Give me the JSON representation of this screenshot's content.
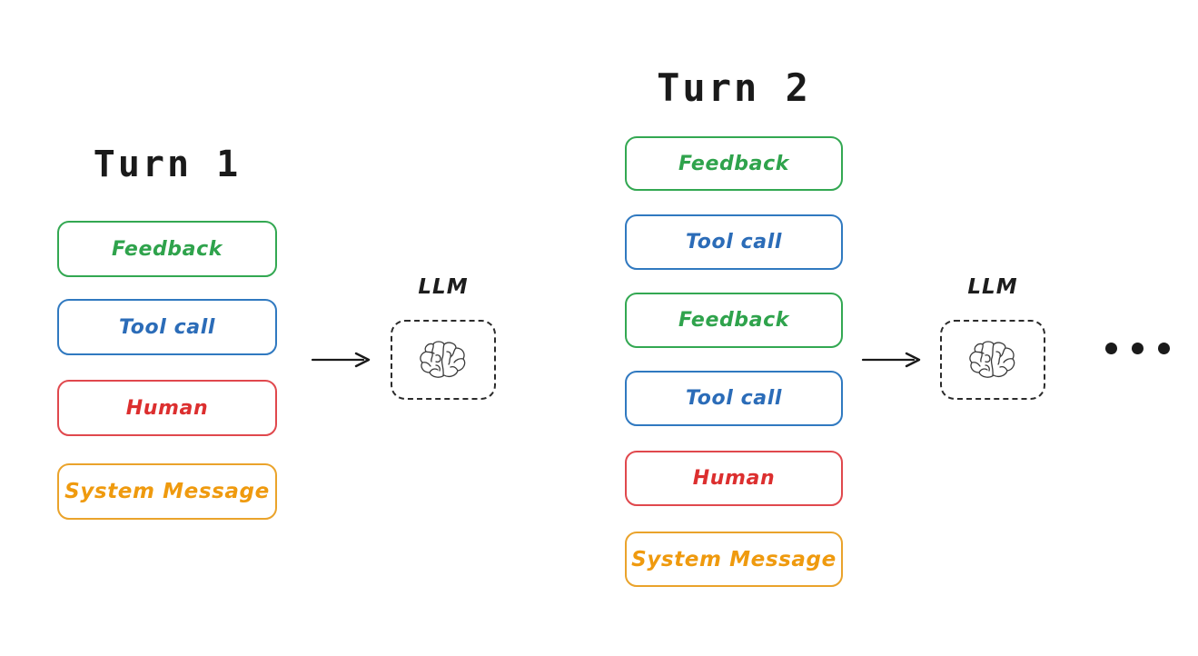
{
  "diagram": {
    "background_color": "#ffffff",
    "palette": {
      "feedback": "#2fa34c",
      "tool_call": "#2b6cb8",
      "human": "#dc2f2f",
      "system_message": "#ef9a0e",
      "llm_outline": "#2b2b2b",
      "arrow": "#1a1a1a",
      "title": "#1a1a1a"
    },
    "turns": [
      {
        "title": "Turn 1",
        "messages": [
          {
            "label": "Feedback",
            "color_key": "feedback"
          },
          {
            "label": "Tool call",
            "color_key": "tool_call"
          },
          {
            "label": "Human",
            "color_key": "human"
          },
          {
            "label": "System Message",
            "color_key": "system_message"
          }
        ],
        "llm": {
          "label": "LLM",
          "icon": "brain-icon"
        },
        "arrow": {
          "direction": "right"
        }
      },
      {
        "title": "Turn 2",
        "messages": [
          {
            "label": "Feedback",
            "color_key": "feedback"
          },
          {
            "label": "Tool call",
            "color_key": "tool_call"
          },
          {
            "label": "Feedback",
            "color_key": "feedback"
          },
          {
            "label": "Tool call",
            "color_key": "tool_call"
          },
          {
            "label": "Human",
            "color_key": "human"
          },
          {
            "label": "System Message",
            "color_key": "system_message"
          }
        ],
        "llm": {
          "label": "LLM",
          "icon": "brain-icon"
        },
        "arrow": {
          "direction": "right"
        }
      }
    ],
    "continuation": {
      "symbol": "•••",
      "meaning": "more turns follow"
    }
  }
}
